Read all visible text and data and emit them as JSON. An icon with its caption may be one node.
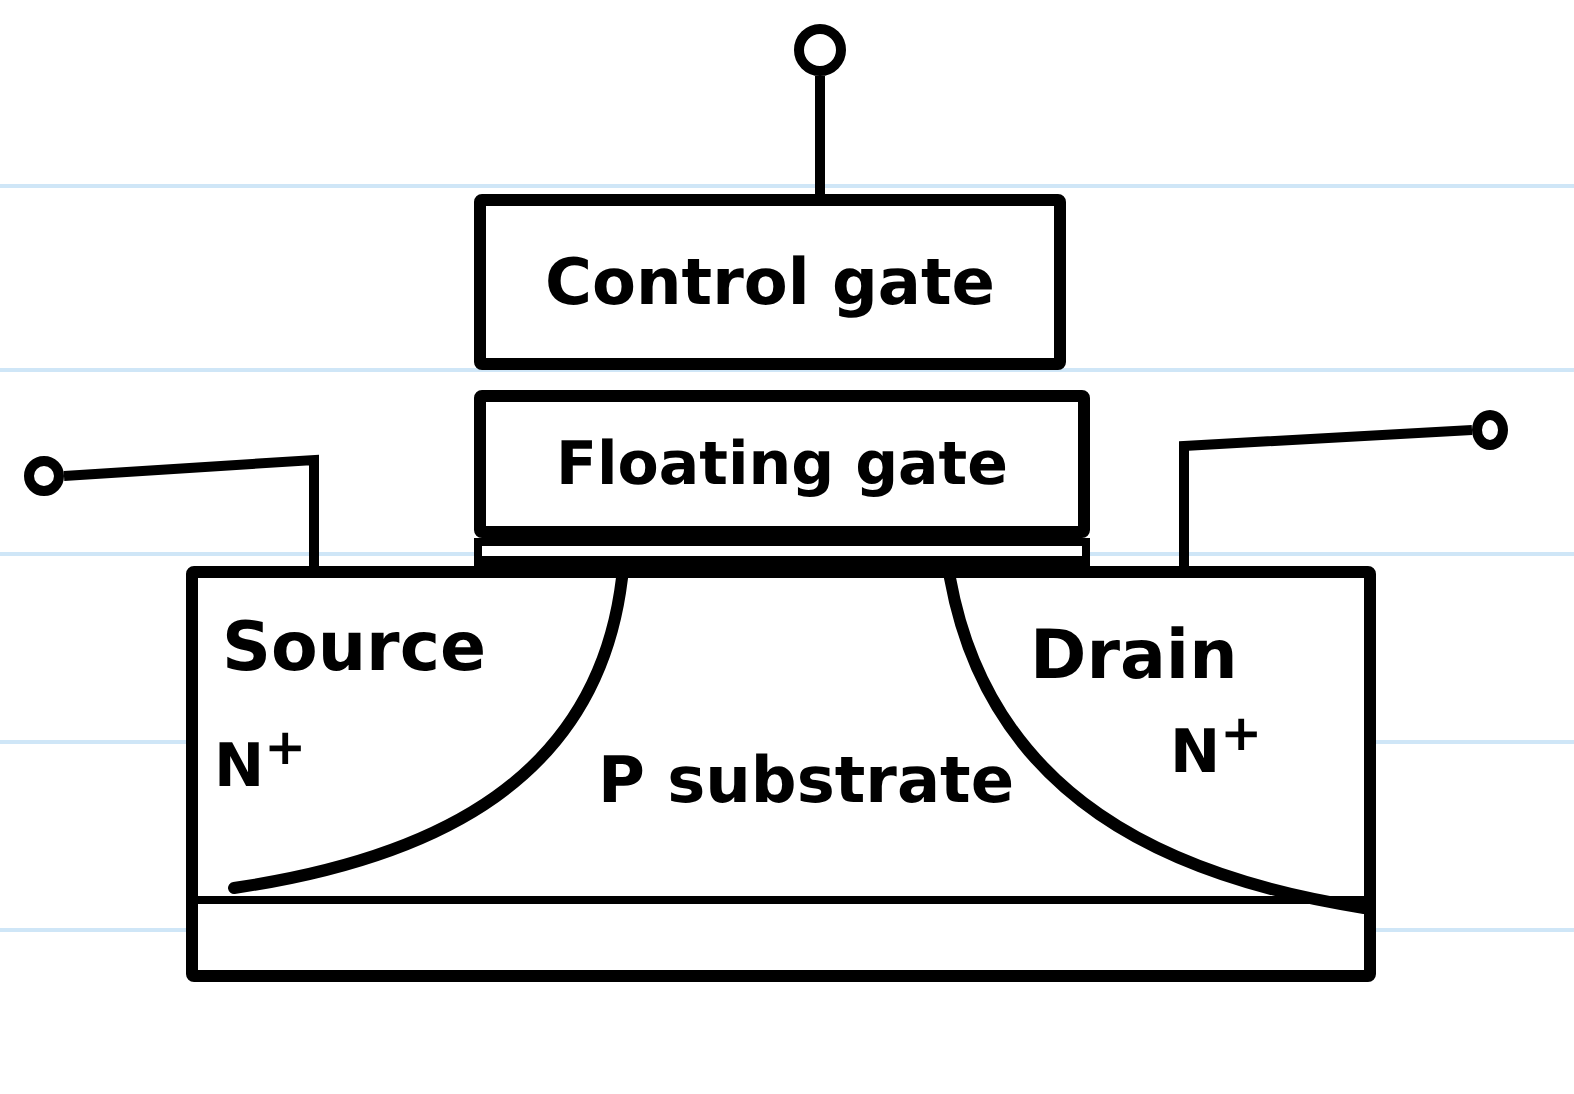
{
  "diagram": {
    "nodes": [
      {
        "text": [],
        "shape": "circle"
      },
      {
        "text": [],
        "shape": "circle"
      },
      {
        "text": [],
        "shape": "circle"
      },
      {
        "text": [
          "Control gate"
        ]
      },
      {
        "text": [
          "Floating gate"
        ]
      },
      {
        "text": [],
        "shape": "bar"
      },
      {
        "text": [
          "P substrate"
        ]
      },
      {
        "text": [
          "Source",
          "N$^{+}$"
        ],
        "in": 6
      },
      {
        "text": [
          "Drain",
          "N$^{+}$"
        ],
        "in": 6
      }
    ],
    "edges": [
      {
        "from": 1,
        "to": 3,
        "arrow": "none"
      },
      {
        "from": 0,
        "to": 7,
        "arrow": "none"
      },
      {
        "from": 2,
        "to": 8,
        "arrow": "none"
      }
    ]
  }
}
